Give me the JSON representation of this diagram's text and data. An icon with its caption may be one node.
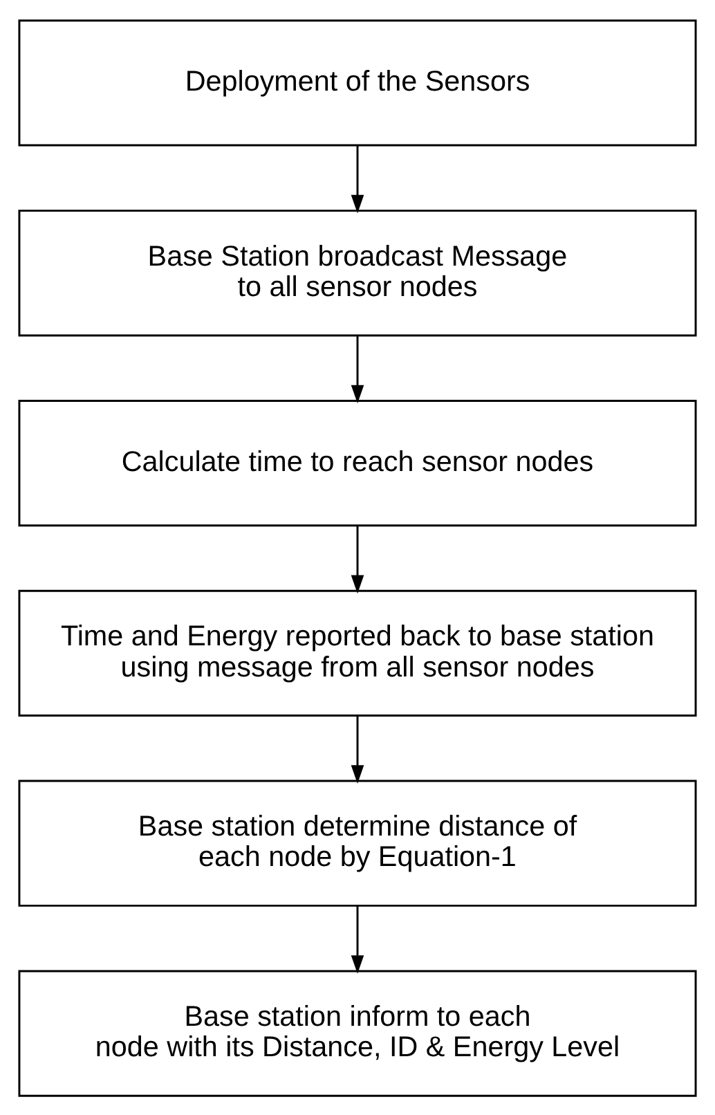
{
  "diagram": {
    "nodes": [
      {
        "text": [
          "Deployment of the Sensors"
        ]
      },
      {
        "text": [
          "Base Station broadcast Message to all sensor nodes"
        ]
      },
      {
        "text": [
          "Calculate time to reach sensor nodes"
        ]
      },
      {
        "text": [
          "Time and Energy reported back to base station using message from all sensor nodes"
        ]
      },
      {
        "text": [
          "Base station determine distance of each node by Equation-1"
        ]
      },
      {
        "text": [
          "Base station inform to each node with its Distance, ID & Energy Level"
        ]
      }
    ],
    "edges": [
      {
        "from": 0,
        "to": 1,
        "arrow": "to"
      },
      {
        "from": 1,
        "to": 2,
        "arrow": "to"
      },
      {
        "from": 2,
        "to": 3,
        "arrow": "to"
      },
      {
        "from": 3,
        "to": 4,
        "arrow": "to"
      },
      {
        "from": 4,
        "to": 5,
        "arrow": "to"
      }
    ]
  }
}
